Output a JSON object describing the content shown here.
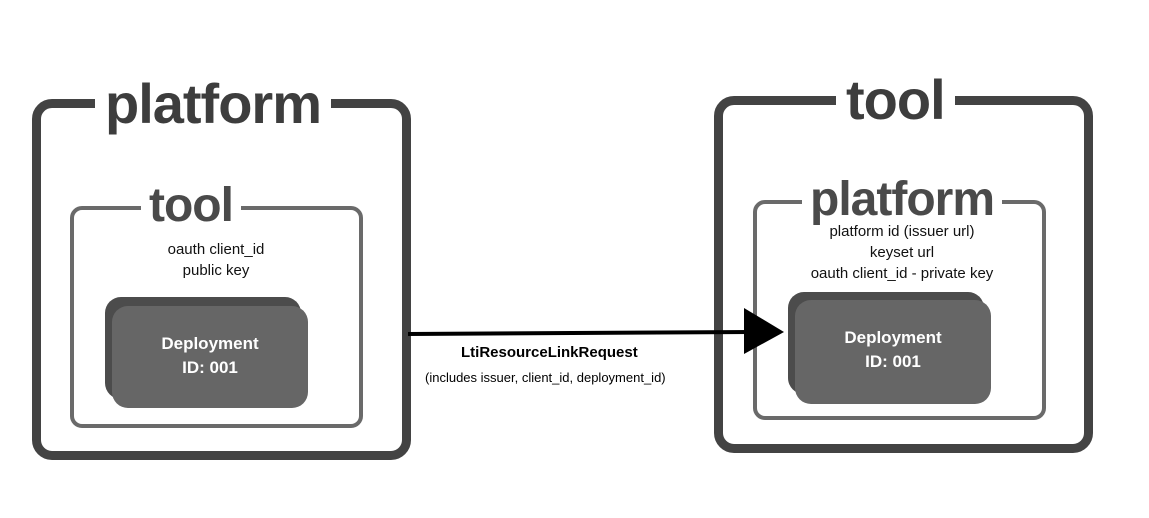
{
  "left": {
    "outer_title": "platform",
    "inner_title": "tool",
    "info": [
      "oauth client_id",
      "public key"
    ],
    "deployment": {
      "line1": "Deployment",
      "line2": "ID: 001"
    }
  },
  "right": {
    "outer_title": "tool",
    "inner_title": "platform",
    "info": [
      "platform id (issuer url)",
      "keyset url",
      "oauth client_id - private key"
    ],
    "deployment": {
      "line1": "Deployment",
      "line2": "ID: 001"
    }
  },
  "connector": {
    "title": "LtiResourceLinkRequest",
    "subtitle": "(includes issuer, client_id, deployment_id)"
  },
  "colors": {
    "outer_border": "#434343",
    "inner_border": "#6a6a6a",
    "deployment_fill": "#666666",
    "deployment_shadow": "#4c4c4c",
    "arrow": "#000000"
  }
}
